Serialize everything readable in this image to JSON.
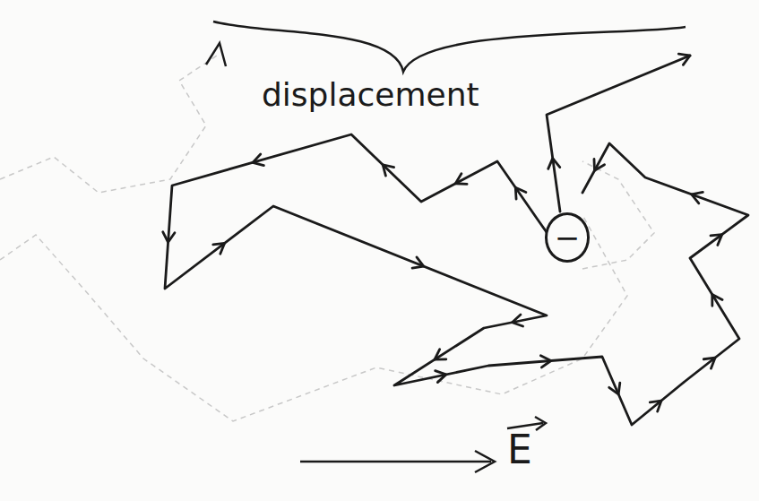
{
  "diagram": {
    "nodes": [
      {
        "text": [
          "−"
        ]
      }
    ],
    "labels": [
      "displacement",
      "E"
    ]
  }
}
